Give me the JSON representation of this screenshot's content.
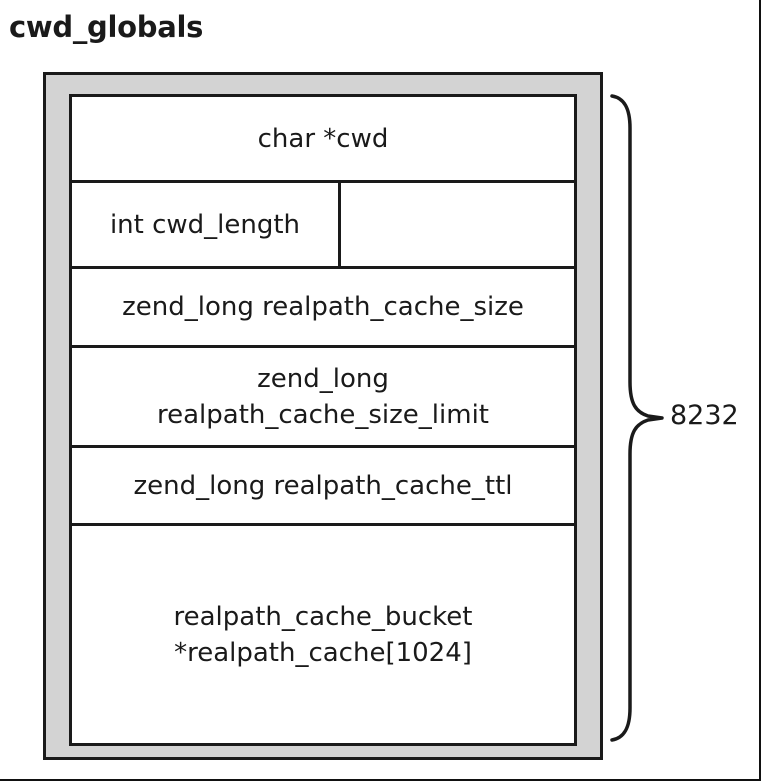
{
  "title": "cwd_globals",
  "fields": {
    "cwd": "char *cwd",
    "cwd_length": "int cwd_length",
    "cache_size": "zend_long realpath_cache_size",
    "cache_size_limit_line1": "zend_long",
    "cache_size_limit_line2": "realpath_cache_size_limit",
    "cache_ttl": "zend_long realpath_cache_ttl",
    "cache_bucket_line1": "realpath_cache_bucket",
    "cache_bucket_line2": "*realpath_cache[1024]"
  },
  "size_label": "8232",
  "colors": {
    "outer_fill": "#d3d3d3",
    "inner_fill": "#ffffff",
    "stroke": "#1a1a1a"
  }
}
